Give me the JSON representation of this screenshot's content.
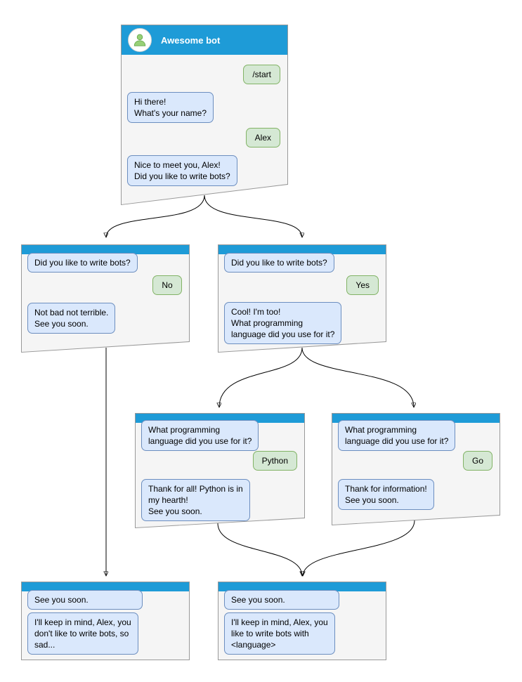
{
  "colors": {
    "header_blue": "#1E9BD7",
    "bot_bubble_bg": "#DAE8FC",
    "bot_bubble_border": "#6C8EBF",
    "user_bubble_bg": "#D5E8D4",
    "user_bubble_border": "#82B366",
    "window_bg": "#F5F5F5",
    "window_border": "#999999",
    "avatar_green": "#97D077"
  },
  "icons": {
    "bot_avatar": "person-icon"
  },
  "windows": {
    "root": {
      "title": "Awesome bot",
      "messages": [
        {
          "from": "user",
          "text": "/start"
        },
        {
          "from": "bot",
          "text": "Hi there!\nWhat's your name?"
        },
        {
          "from": "user",
          "text": "Alex"
        },
        {
          "from": "bot",
          "text": "Nice to meet you, Alex!\nDid you like to write bots?"
        }
      ]
    },
    "branch_no": {
      "messages": [
        {
          "from": "bot",
          "text": "Did you like to write bots?"
        },
        {
          "from": "user",
          "text": "No"
        },
        {
          "from": "bot",
          "text": "Not bad not terrible.\nSee you soon."
        }
      ]
    },
    "branch_yes": {
      "messages": [
        {
          "from": "bot",
          "text": "Did you like to write bots?"
        },
        {
          "from": "user",
          "text": "Yes"
        },
        {
          "from": "bot",
          "text": "Cool! I'm too!\nWhat programming\nlanguage did you use for it?"
        }
      ]
    },
    "branch_python": {
      "messages": [
        {
          "from": "bot",
          "text": "What programming\nlanguage did you use for it?"
        },
        {
          "from": "user",
          "text": "Python"
        },
        {
          "from": "bot",
          "text": "Thank for all! Python is in\nmy hearth!\nSee you soon."
        }
      ]
    },
    "branch_go": {
      "messages": [
        {
          "from": "bot",
          "text": "What programming\nlanguage did you use for it?"
        },
        {
          "from": "user",
          "text": "Go"
        },
        {
          "from": "bot",
          "text": "Thank for information!\nSee you soon."
        }
      ]
    },
    "end_no": {
      "messages": [
        {
          "from": "bot",
          "text": "See you soon."
        },
        {
          "from": "bot",
          "text": "I'll keep in mind, Alex, you\ndon't like to write bots, so\nsad..."
        }
      ]
    },
    "end_yes": {
      "messages": [
        {
          "from": "bot",
          "text": "See you soon."
        },
        {
          "from": "bot",
          "text": "I'll keep in mind, Alex, you\nlike to write bots with\n<language>"
        }
      ]
    }
  },
  "connections": [
    {
      "from": "root",
      "to": "branch_no"
    },
    {
      "from": "root",
      "to": "branch_yes"
    },
    {
      "from": "branch_no",
      "to": "end_no"
    },
    {
      "from": "branch_yes",
      "to": "branch_python"
    },
    {
      "from": "branch_yes",
      "to": "branch_go"
    },
    {
      "from": "branch_python",
      "to": "end_yes"
    },
    {
      "from": "branch_go",
      "to": "end_yes"
    }
  ]
}
